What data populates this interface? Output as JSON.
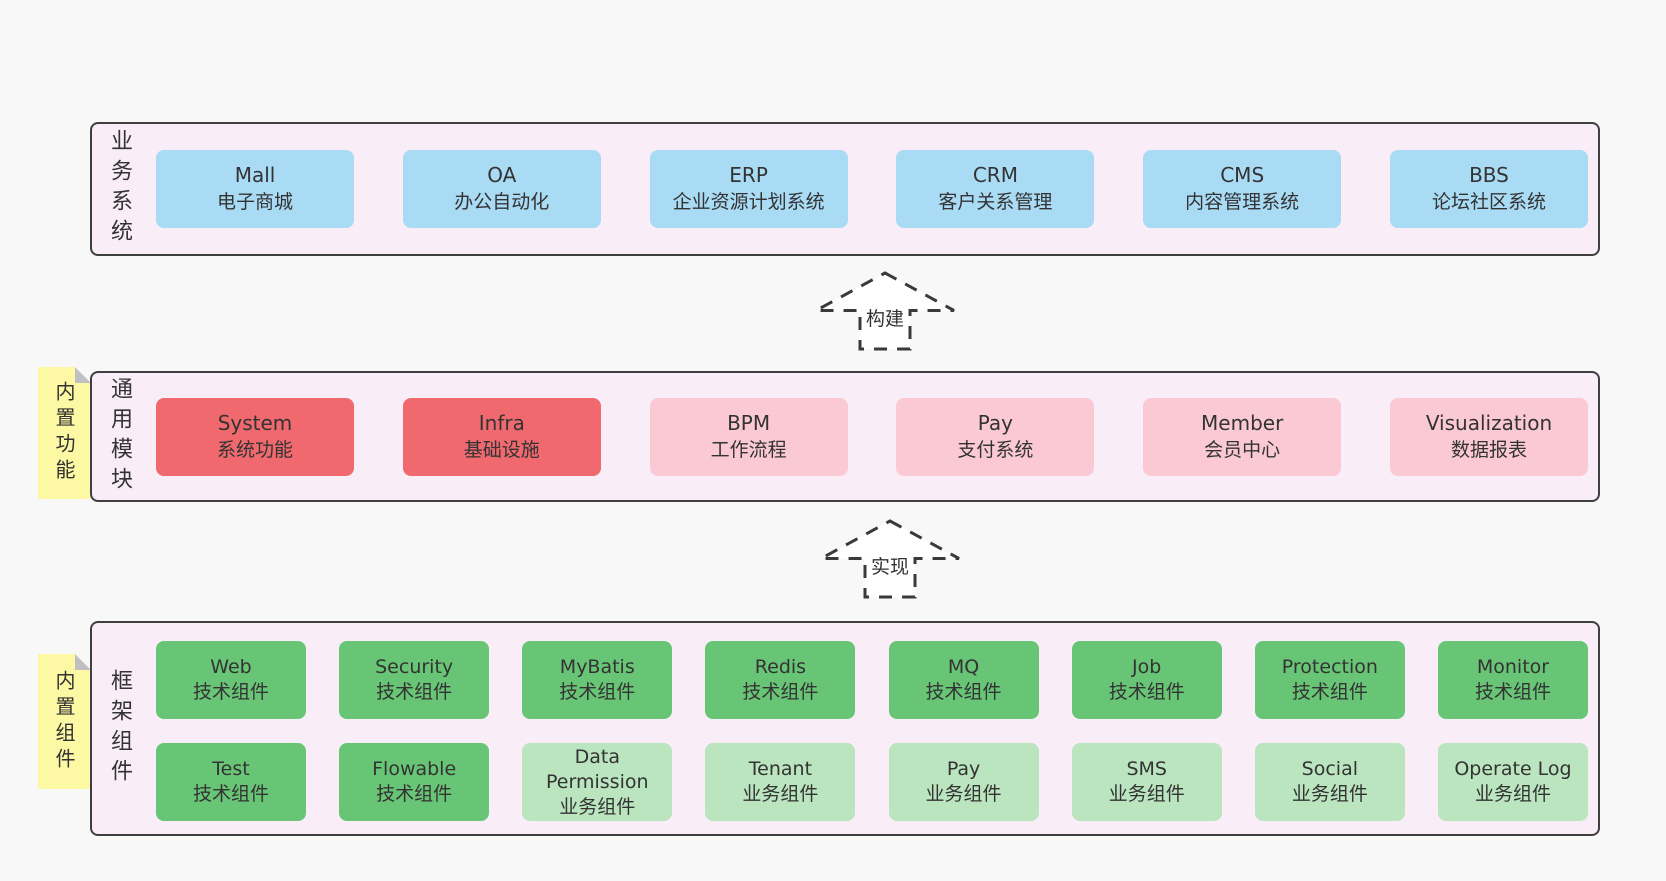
{
  "colors": {
    "page_background": "#f8f8f8",
    "panel_background": "#f9edf7",
    "panel_border": "#3f3f3f",
    "box_blue": "#a9dbf5",
    "box_red": "#f0696e",
    "box_pink": "#fbc9d4",
    "box_green": "#68c576",
    "box_lightgreen": "#bae5bf",
    "note_yellow": "#fcf8a4",
    "note_fold_gray": "#c0c0c4",
    "text": "#333333",
    "arrow_stroke": "#3a3a3a"
  },
  "sections": [
    {
      "label": "业务系统",
      "boxes": [
        {
          "name": "Mall",
          "desc": "电子商城",
          "variant": "blue"
        },
        {
          "name": "OA",
          "desc": "办公自动化",
          "variant": "blue"
        },
        {
          "name": "ERP",
          "desc": "企业资源计划系统",
          "variant": "blue"
        },
        {
          "name": "CRM",
          "desc": "客户关系管理",
          "variant": "blue"
        },
        {
          "name": "CMS",
          "desc": "内容管理系统",
          "variant": "blue"
        },
        {
          "name": "BBS",
          "desc": "论坛社区系统",
          "variant": "blue"
        }
      ]
    },
    {
      "label": "通用模块",
      "boxes": [
        {
          "name": "System",
          "desc": "系统功能",
          "variant": "red"
        },
        {
          "name": "Infra",
          "desc": "基础设施",
          "variant": "red"
        },
        {
          "name": "BPM",
          "desc": "工作流程",
          "variant": "pink"
        },
        {
          "name": "Pay",
          "desc": "支付系统",
          "variant": "pink"
        },
        {
          "name": "Member",
          "desc": "会员中心",
          "variant": "pink"
        },
        {
          "name": "Visualization",
          "desc": "数据报表",
          "variant": "pink"
        }
      ]
    },
    {
      "label": "框架组件",
      "boxes": [
        {
          "name": "Web",
          "desc": "技术组件",
          "variant": "green"
        },
        {
          "name": "Security",
          "desc": "技术组件",
          "variant": "green"
        },
        {
          "name": "MyBatis",
          "desc": "技术组件",
          "variant": "green"
        },
        {
          "name": "Redis",
          "desc": "技术组件",
          "variant": "green"
        },
        {
          "name": "MQ",
          "desc": "技术组件",
          "variant": "green"
        },
        {
          "name": "Job",
          "desc": "技术组件",
          "variant": "green"
        },
        {
          "name": "Protection",
          "desc": "技术组件",
          "variant": "green"
        },
        {
          "name": "Monitor",
          "desc": "技术组件",
          "variant": "green"
        },
        {
          "name": "Test",
          "desc": "技术组件",
          "variant": "green"
        },
        {
          "name": "Flowable",
          "desc": "技术组件",
          "variant": "green"
        },
        {
          "name": "Data Permission",
          "desc": "业务组件",
          "variant": "lightgreen"
        },
        {
          "name": "Tenant",
          "desc": "业务组件",
          "variant": "lightgreen"
        },
        {
          "name": "Pay",
          "desc": "业务组件",
          "variant": "lightgreen"
        },
        {
          "name": "SMS",
          "desc": "业务组件",
          "variant": "lightgreen"
        },
        {
          "name": "Social",
          "desc": "业务组件",
          "variant": "lightgreen"
        },
        {
          "name": "Operate Log",
          "desc": "业务组件",
          "variant": "lightgreen"
        }
      ]
    }
  ],
  "arrows": [
    {
      "label": "构建"
    },
    {
      "label": "实现"
    }
  ],
  "notes": [
    {
      "text": "内置功能"
    },
    {
      "text": "内置组件"
    }
  ]
}
